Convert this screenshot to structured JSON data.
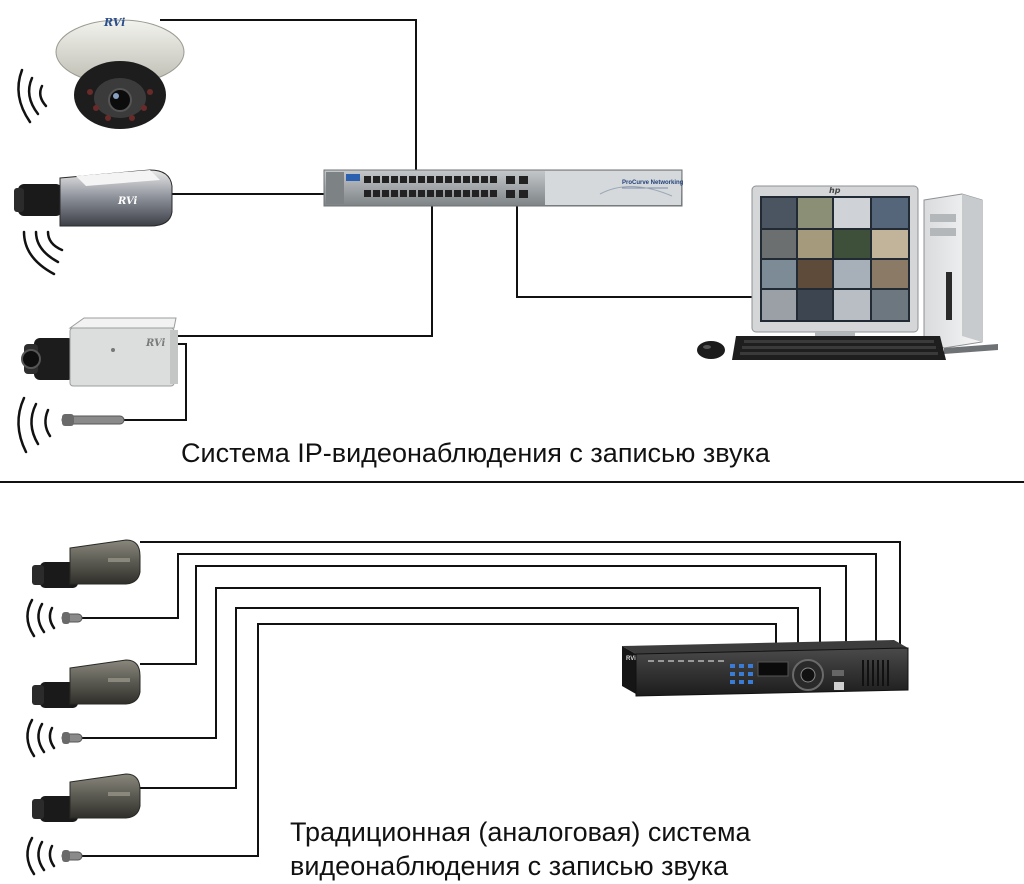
{
  "colors": {
    "wire": "#111111",
    "divider": "#111111",
    "background": "#ffffff",
    "dvr_body": "#2a2a2a",
    "dvr_led": "#3a7bd5",
    "camera_dark": "#5b5a52",
    "switch_body": "#9a9fa3"
  },
  "ip_system": {
    "caption": "Система IP-видеонаблюдения с записью звука",
    "camera_dome_brand": "RVi",
    "camera_box_brand": "RVi",
    "camera_audio_brand": "RVi",
    "switch_brand": "ProCurve Networking",
    "monitor_brand": "hp"
  },
  "analog_system": {
    "caption_line1": "Традиционная (аналоговая) система",
    "caption_line2": "видеонаблюдения с записью звука",
    "dvr_brand": "RVi"
  }
}
